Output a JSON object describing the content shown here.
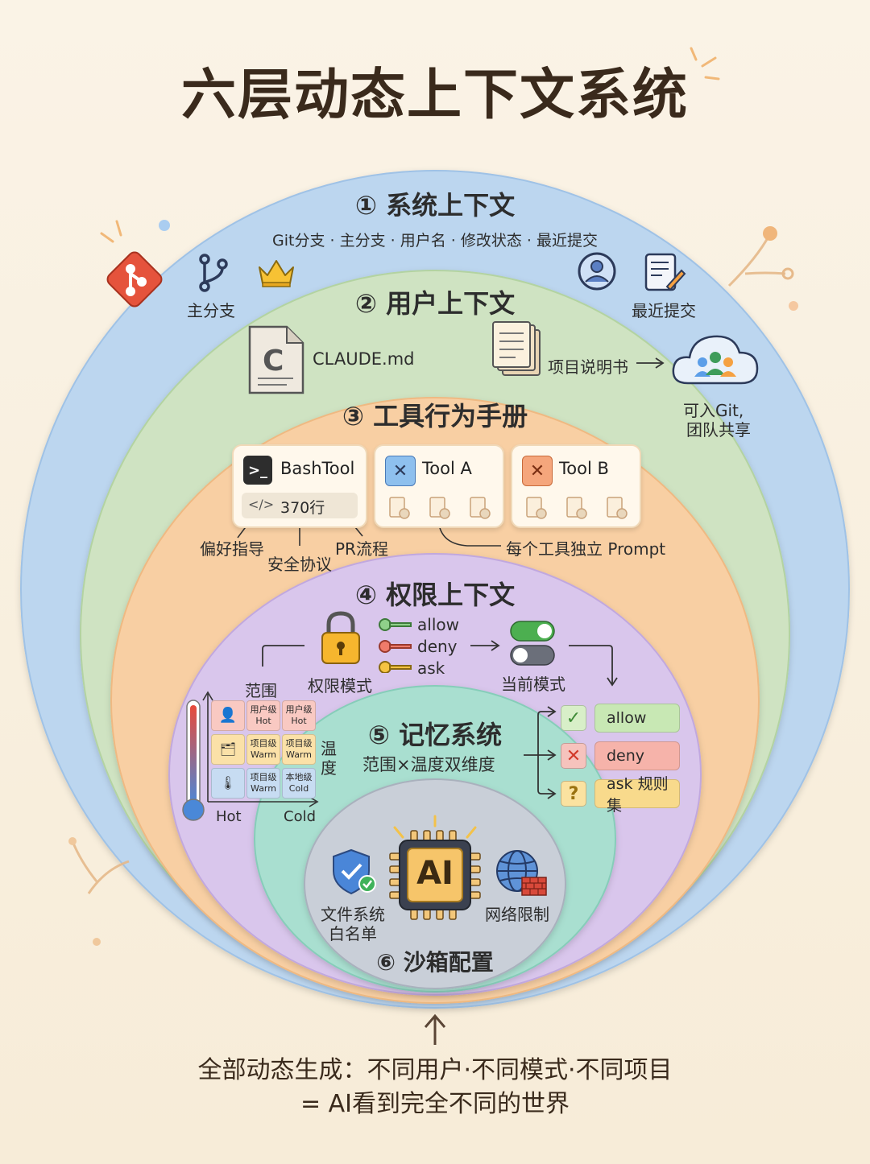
{
  "title": "六层动态上下文系统",
  "layer1": {
    "header": "① 系统上下文",
    "subtitle": "Git分支 · 主分支 · 用户名 · 修改状态 · 最近提交",
    "branch_label": "主分支",
    "recent_commit_label": "最近提交"
  },
  "layer2": {
    "header": "② 用户上下文",
    "claude_md": "CLAUDE.md",
    "project_manual": "项目说明书",
    "git_share_1": "可入Git,",
    "git_share_2": "团队共享"
  },
  "layer3": {
    "header": "③ 工具行为手册",
    "bash_tool": "BashTool",
    "bash_lines": "370行",
    "tool_a": "Tool A",
    "tool_b": "Tool B",
    "pref": "偏好指导",
    "safety": "安全协议",
    "pr": "PR流程",
    "independent_prompt": "每个工具独立 Prompt"
  },
  "layer4": {
    "header": "④ 权限上下文",
    "allow": "allow",
    "deny": "deny",
    "ask": "ask",
    "scope": "范围",
    "perm_mode": "权限模式",
    "current_mode": "当前模式",
    "out_allow": "allow",
    "out_deny": "deny",
    "out_ask": "ask 规则集"
  },
  "layer5": {
    "header": "⑤ 记忆系统",
    "subtitle": "范围×温度双维度",
    "temp_1": "温",
    "temp_2": "度",
    "hot": "Hot",
    "cold": "Cold",
    "grid": [
      [
        "用户级",
        "Hot"
      ],
      [
        "用户级",
        "Hot"
      ],
      [
        "项目级",
        "Warm"
      ],
      [
        "项目级",
        "Warm"
      ],
      [
        "项目级",
        "Warm"
      ],
      [
        "本地级",
        "Cold"
      ]
    ]
  },
  "layer6": {
    "header": "⑥ 沙箱配置",
    "ai": "AI",
    "fs_1": "文件系统",
    "fs_2": "白名单",
    "net": "网络限制"
  },
  "footer": {
    "line1": "全部动态生成：不同用户·不同模式·不同项目",
    "line2": "= AI看到完全不同的世界"
  },
  "colors": {
    "layer1": "#bcd6ef",
    "layer2": "#cfe3c2",
    "layer3": "#f8cfa3",
    "layer4": "#d9c6ec",
    "layer5": "#a9dfd0",
    "layer6": "#c9cfd8"
  }
}
